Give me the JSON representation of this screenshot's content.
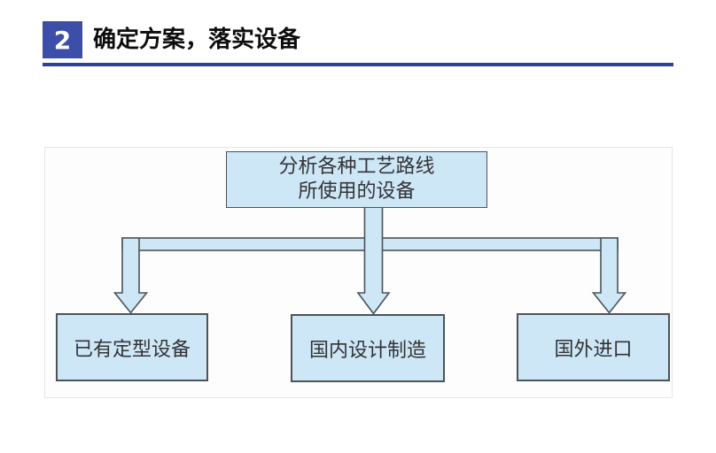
{
  "header": {
    "number": "2",
    "title": "确定方案，落实设备",
    "badge_color": "#3c4ea9",
    "divider_color": "#2e3f9a"
  },
  "diagram": {
    "root_box": {
      "line1": "分析各种工艺路线",
      "line2": "所使用的设备"
    },
    "leaf_boxes": [
      {
        "label": "已有定型设备"
      },
      {
        "label": "国内设计制造"
      },
      {
        "label": "国外进口"
      }
    ],
    "box_fill": "#cde7f6",
    "box_border": "#4d5359"
  }
}
